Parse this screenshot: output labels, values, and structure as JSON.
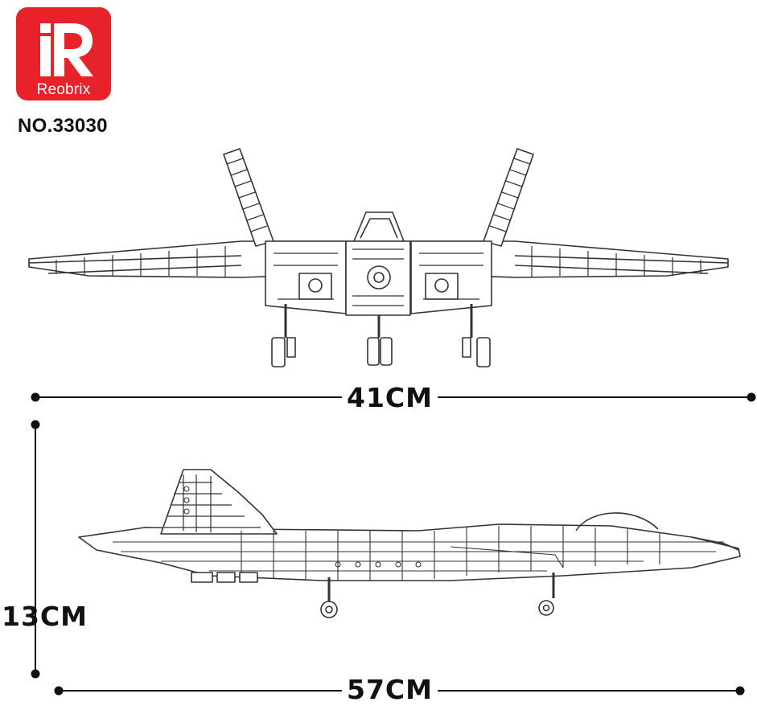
{
  "brand": {
    "name": "Reobrix",
    "logo_color": "#e8222b"
  },
  "model": {
    "number": "NO.33030"
  },
  "dimensions": {
    "width_label": "41CM",
    "height_label": "13CM",
    "length_label": "57CM"
  },
  "views": {
    "front": "front-view-fighter-jet",
    "side": "side-view-fighter-jet"
  }
}
